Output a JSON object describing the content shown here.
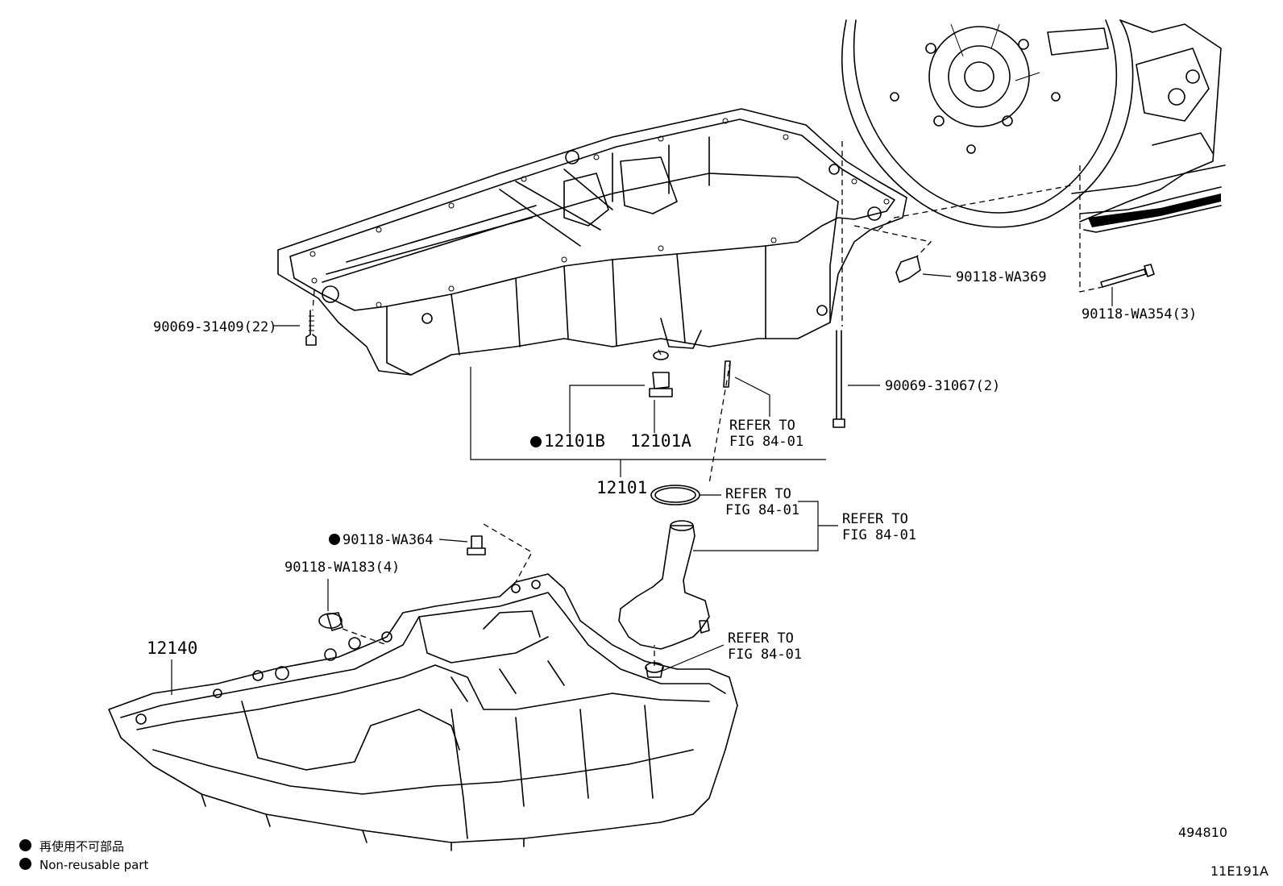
{
  "labels": {
    "bolt_90069_31409": "90069-31409(22)",
    "bolt_90118_wa369": "90118-WA369",
    "bolt_90118_wa354": "90118-WA354(3)",
    "bolt_90069_31067": "90069-31067(2)",
    "part_12101b": "12101B",
    "part_12101a": "12101A",
    "part_12101": "12101",
    "refer_1": [
      "REFER TO",
      "FIG 84-01"
    ],
    "refer_2": [
      "REFER TO",
      "FIG 84-01"
    ],
    "refer_3": [
      "REFER TO",
      "FIG 84-01"
    ],
    "refer_4": [
      "REFER TO",
      "FIG 84-01"
    ],
    "bolt_90118_wa364": "90118-WA364",
    "bolt_90118_wa183": "90118-WA183(4)",
    "part_12140": "12140"
  },
  "legend": {
    "line_jp": "再使用不可部品",
    "line_en": "Non-reusable part"
  },
  "codes": {
    "number": "494810",
    "figure": "11E191A"
  }
}
